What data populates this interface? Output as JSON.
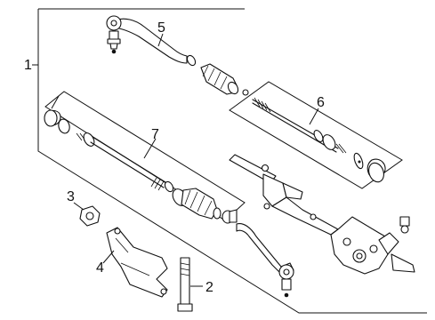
{
  "callouts": {
    "c1": "1",
    "c2": "2",
    "c3": "3",
    "c4": "4",
    "c5": "5",
    "c6": "6",
    "c7": "7"
  },
  "colors": {
    "line": "#111111",
    "background": "#ffffff"
  }
}
